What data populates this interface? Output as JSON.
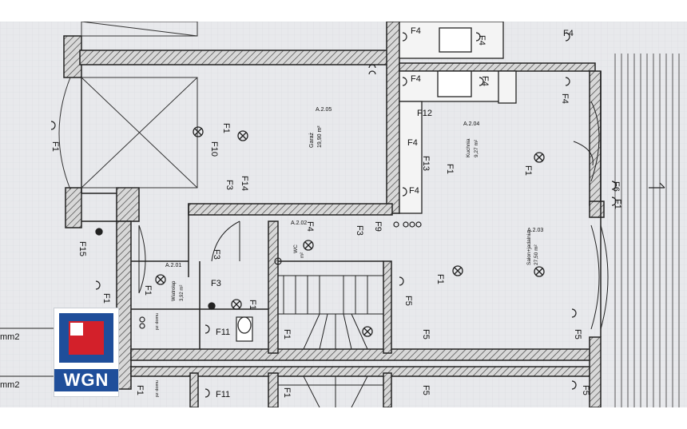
{
  "colors": {
    "paper": "#e8e9ec",
    "line": "#2a2a2a",
    "logo_blue": "#1f4e9a",
    "logo_red": "#d3202a"
  },
  "logo": {
    "text": "WGN"
  },
  "left_edge": {
    "label_top": "mm2",
    "label_bottom": "mm2"
  },
  "rooms": {
    "garage": {
      "code": "A.2.05",
      "area": "19,90 m²",
      "name": "Garaż"
    },
    "kitchen": {
      "code": "A.2.04",
      "area": "9,27 m²",
      "name": "Kuchnia"
    },
    "living": {
      "code": "A.2.03",
      "area": "27,50 m²",
      "name": "Salon+jadalnia"
    },
    "wc": {
      "code": "A.2.02",
      "area": "m²",
      "name": "WC"
    },
    "hall": {
      "code": "A.2.01",
      "area": "3,92 m²",
      "name": "Wiatrołap"
    }
  },
  "fixtures": {
    "f1": "F1",
    "f3": "F3",
    "f4": "F4",
    "f5": "F5",
    "f6": "F6",
    "f9": "F9",
    "f10": "F10",
    "f11": "F11",
    "f12": "F12",
    "f13": "F13",
    "f14": "F14",
    "f15": "F15",
    "pz_dom": "pz domu"
  }
}
